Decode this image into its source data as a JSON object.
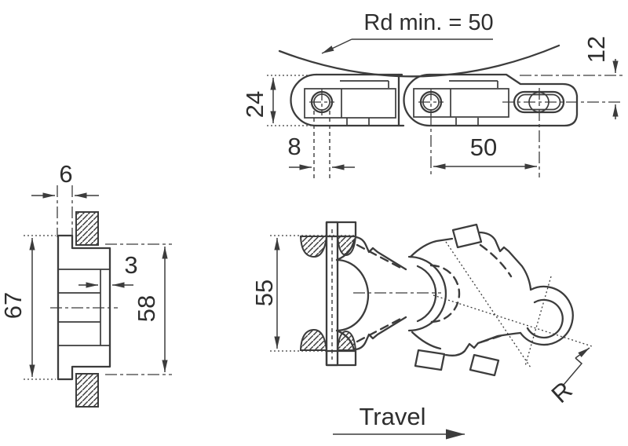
{
  "drawing": {
    "note_bend_radius": "Rd min. = 50",
    "travel_label": "Travel",
    "radius_label": "R",
    "dims": {
      "link_height": "24",
      "top_offset": "12",
      "pin_hole": "8",
      "pitch": "50",
      "groove_width": "6",
      "wall_thickness": "3",
      "outer_height": "67",
      "inner_height": "58",
      "link_width": "55"
    },
    "colors": {
      "line": "#3c3c3c",
      "text": "#2e2e2e",
      "background": "#ffffff"
    }
  }
}
